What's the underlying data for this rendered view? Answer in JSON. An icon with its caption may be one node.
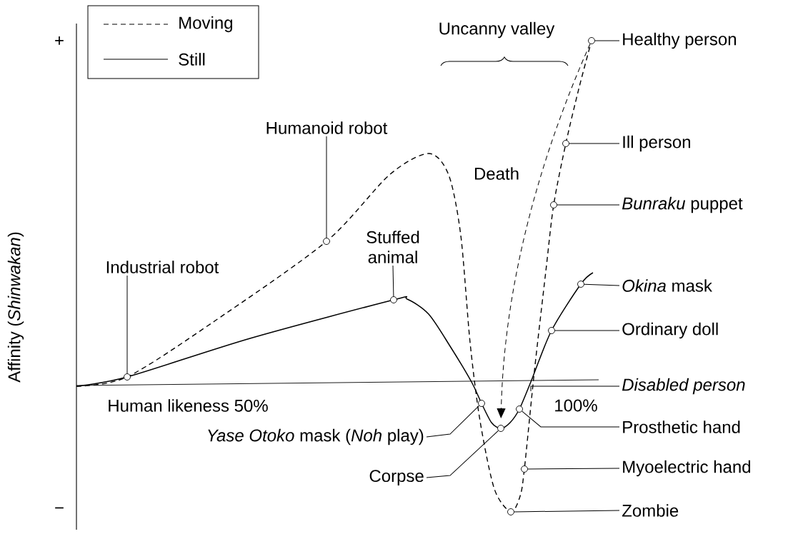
{
  "diagram": {
    "nodes": [
      {
        "text": [
          "Humanoid robot"
        ]
      },
      {
        "text": [
          "Industrial robot"
        ]
      },
      {
        "text": [
          "Stuffed animal"
        ]
      },
      {
        "text": [
          "Healthy person"
        ]
      },
      {
        "text": [
          "Ill person"
        ]
      },
      {
        "text": [
          "*Bunraku* puppet"
        ]
      },
      {
        "text": [
          "*Okina* mask"
        ]
      },
      {
        "text": [
          "Ordinary doll"
        ]
      },
      {
        "text": [
          "Disabled person"
        ]
      },
      {
        "text": [
          "Prosthetic hand"
        ]
      },
      {
        "text": [
          "Myoelectric hand"
        ]
      },
      {
        "text": [
          "Zombie"
        ]
      },
      {
        "text": [
          "*Yase Otoko* mask (*Noh* play)"
        ]
      },
      {
        "text": [
          "Corpse"
        ]
      },
      {
        "text": [],
        "shape": "circle"
      },
      {
        "text": [],
        "shape": "circle"
      },
      {
        "text": [],
        "shape": "circle"
      },
      {
        "text": [],
        "shape": "circle"
      },
      {
        "text": [],
        "shape": "circle"
      },
      {
        "text": [],
        "shape": "circle"
      },
      {
        "text": [],
        "shape": "circle"
      },
      {
        "text": [],
        "shape": "circle"
      },
      {
        "text": [],
        "shape": "circle"
      },
      {
        "text": [],
        "shape": "circle"
      },
      {
        "text": [],
        "shape": "circle"
      },
      {
        "text": [],
        "shape": "circle"
      },
      {
        "text": [],
        "shape": "circle"
      }
    ],
    "edges": [
      {
        "from": 0,
        "to": 14,
        "arrow": "none"
      },
      {
        "from": 1,
        "to": 15,
        "arrow": "none"
      },
      {
        "from": 2,
        "to": 16,
        "arrow": "none"
      },
      {
        "from": 3,
        "to": 17,
        "arrow": "none"
      },
      {
        "from": 4,
        "to": 18,
        "arrow": "none"
      },
      {
        "from": 5,
        "to": 19,
        "arrow": "none"
      },
      {
        "from": 6,
        "to": 20,
        "arrow": "none"
      },
      {
        "from": 7,
        "to": 21,
        "arrow": "none"
      },
      {
        "from": 8,
        "to": null,
        "arrow": "none"
      },
      {
        "from": 9,
        "to": 22,
        "arrow": "none"
      },
      {
        "from": 10,
        "to": 23,
        "arrow": "none"
      },
      {
        "from": 11,
        "to": 24,
        "arrow": "none"
      },
      {
        "from": 12,
        "to": 25,
        "arrow": "none"
      },
      {
        "from": 13,
        "to": 26,
        "arrow": "none"
      },
      {
        "from": 17,
        "to": 26,
        "arrow": "to",
        "style": "dashed"
      }
    ],
    "labels": [
      "+",
      "−",
      "Affinity (*Shinwakan*)",
      "Uncanny valley",
      "Death",
      "Human likeness 50%",
      "100%"
    ],
    "legend": [
      {
        "text": "Moving"
      },
      {
        "text": "Still"
      }
    ]
  }
}
